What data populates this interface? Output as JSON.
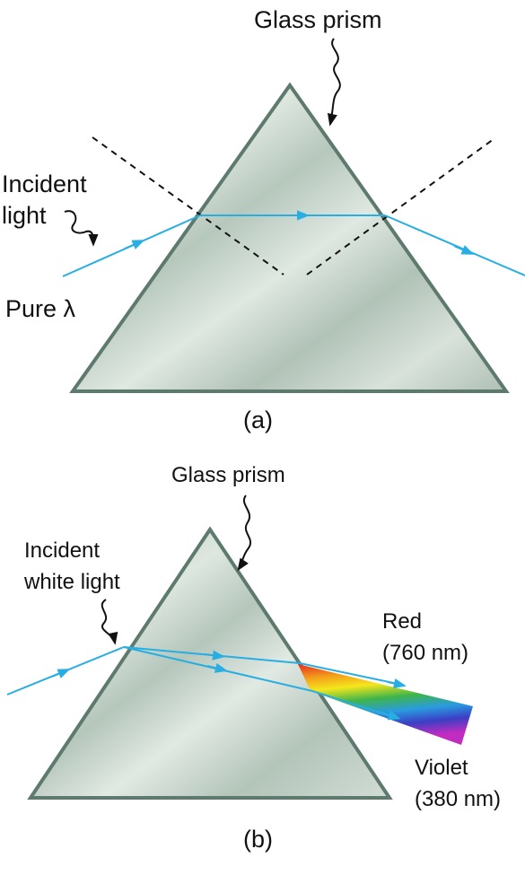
{
  "panel_a": {
    "prism_label": "Glass prism",
    "incident_label_line1": "Incident",
    "incident_label_line2": "light",
    "pure_label": "Pure λ",
    "caption": "(a)"
  },
  "panel_b": {
    "prism_label": "Glass prism",
    "incident_label_line1": "Incident",
    "incident_label_line2": "white light",
    "red_label_line1": "Red",
    "red_label_line2": "(760 nm)",
    "violet_label_line1": "Violet",
    "violet_label_line2": "(380 nm)",
    "caption": "(b)"
  },
  "colors": {
    "ray": "#27aee3",
    "prism_edge": "#5e7a6e",
    "prism_fill": "#c3d2c8"
  }
}
